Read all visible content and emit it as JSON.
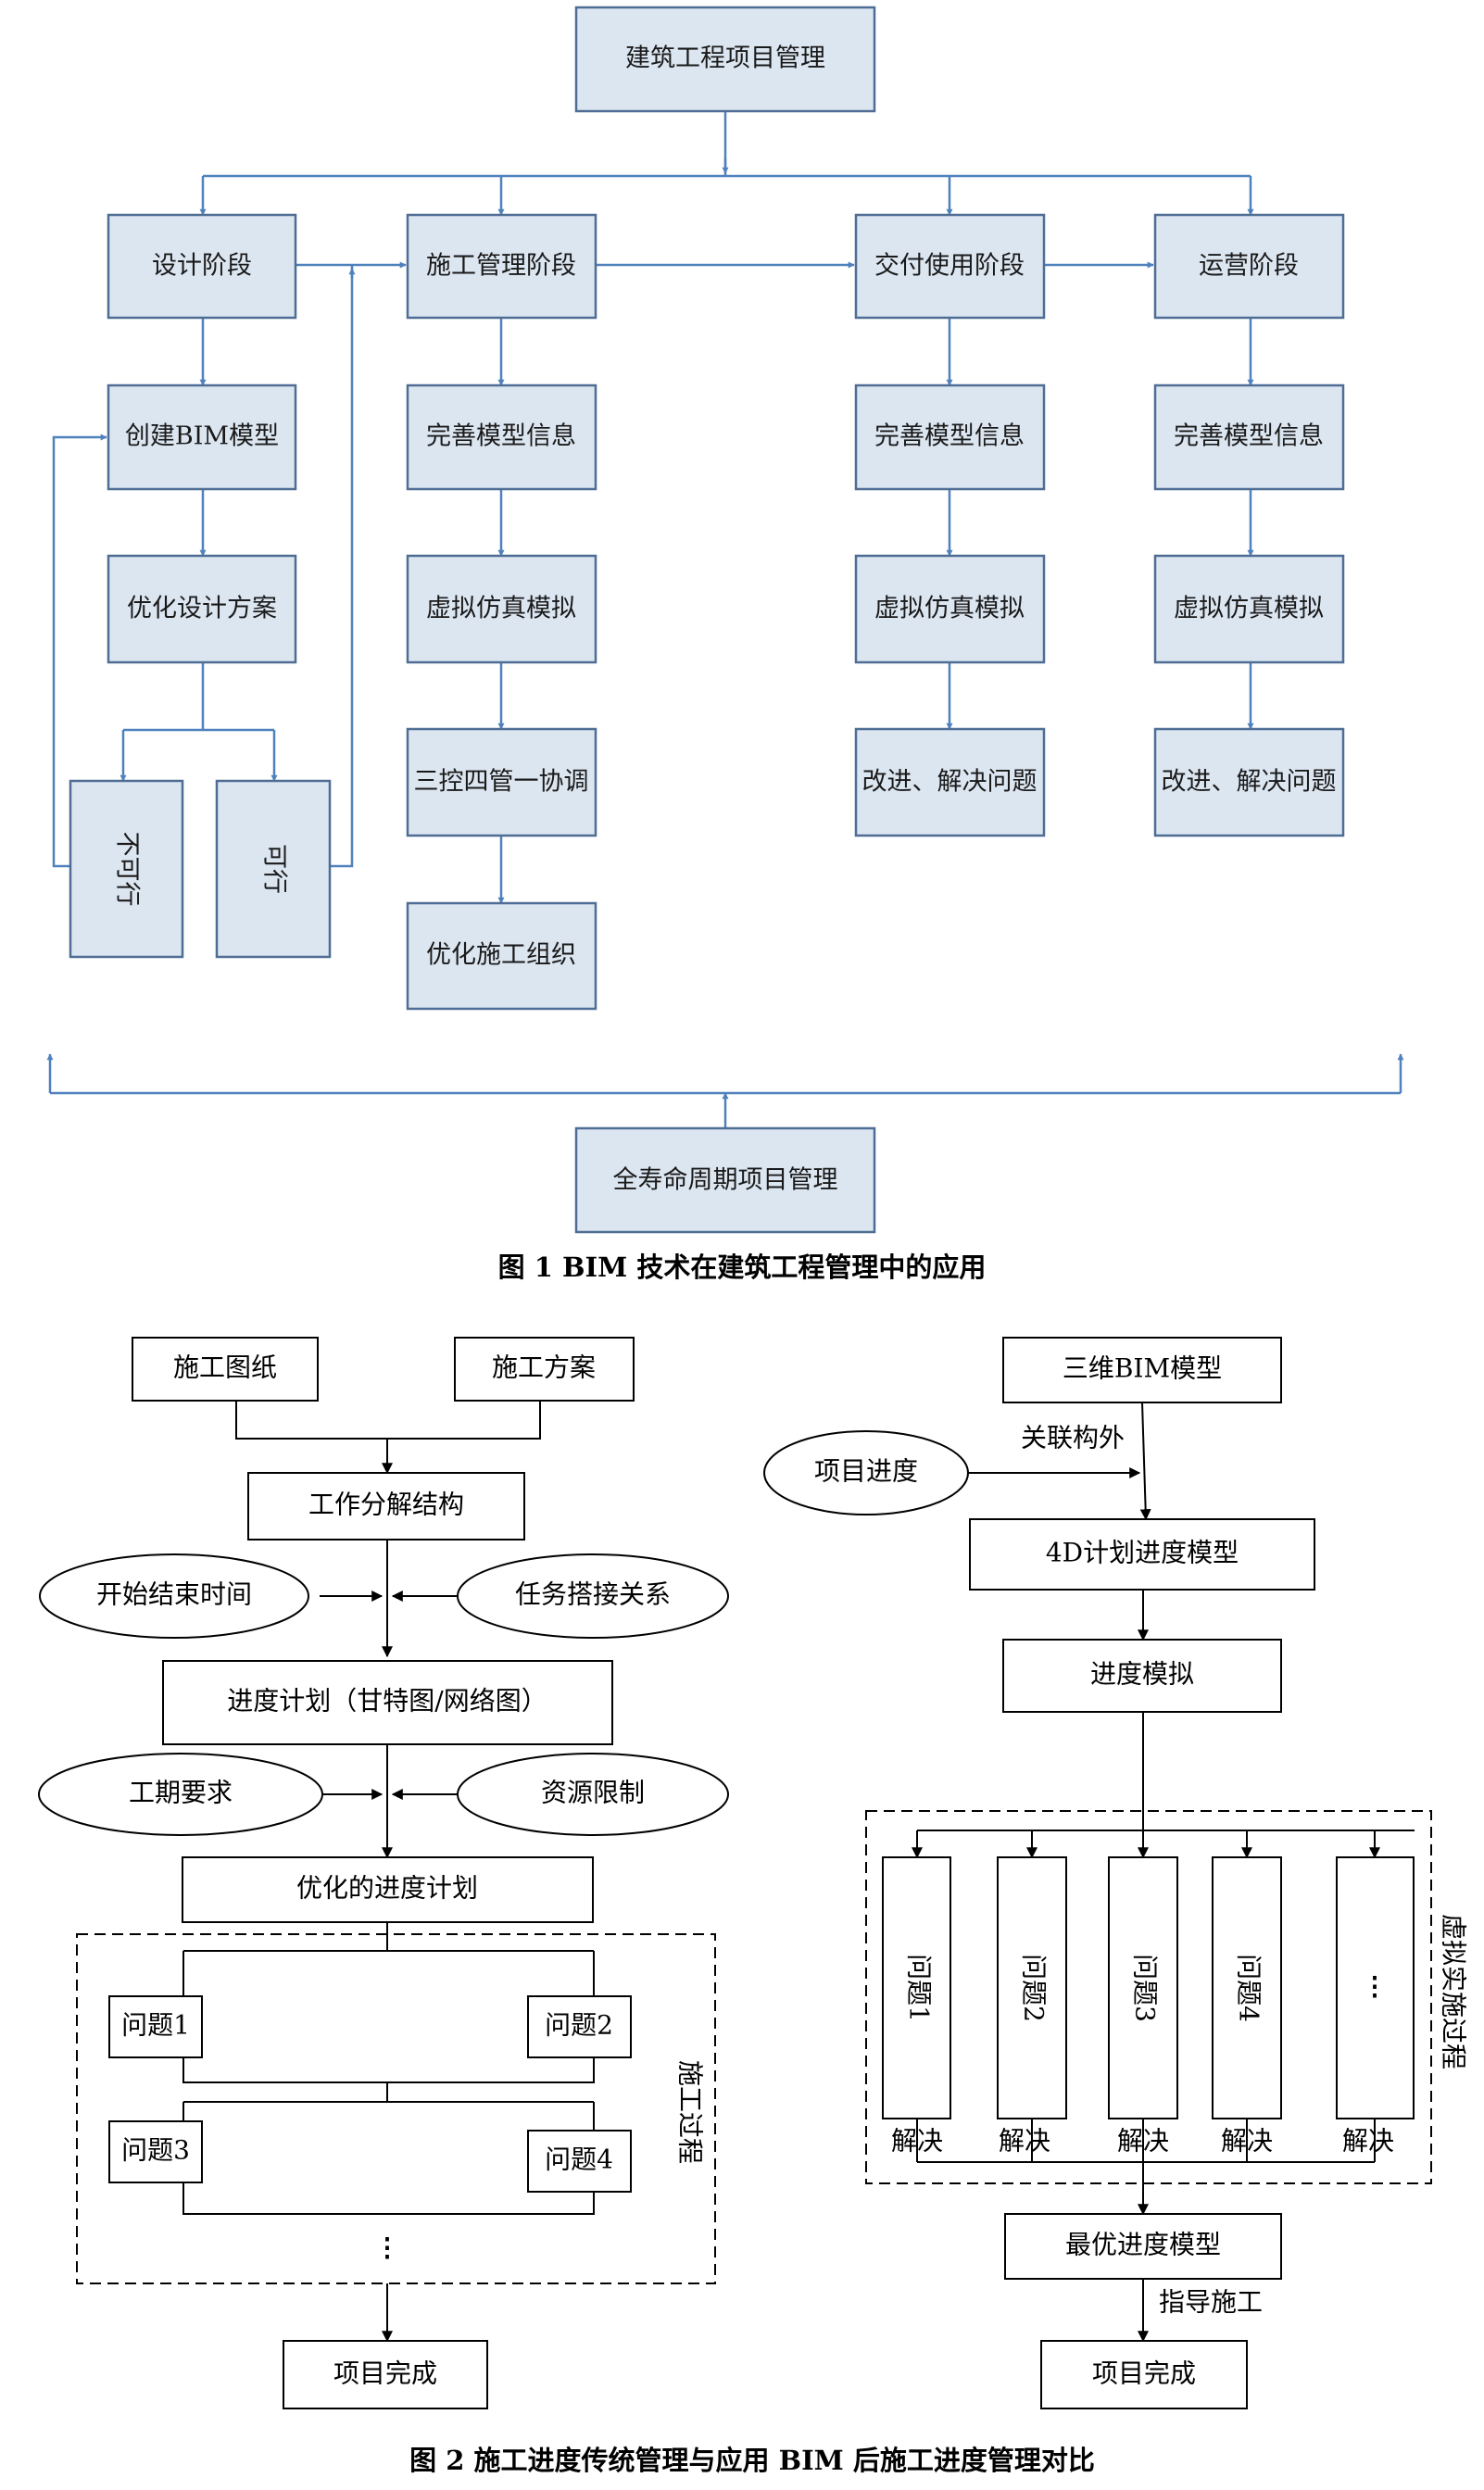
{
  "figure1": {
    "caption": "图 1   BIM 技术在建筑工程管理中的应用",
    "root": "建筑工程项目管理",
    "design": {
      "stage": "设计阶段",
      "steps": [
        "创建BIM模型",
        "优化设计方案"
      ],
      "options": [
        "不可行",
        "可行"
      ]
    },
    "construction": {
      "stage": "施工管理阶段",
      "steps": [
        "完善模型信息",
        "虚拟仿真模拟",
        "三控四管一协调",
        "优化施工组织"
      ]
    },
    "delivery": {
      "stage": "交付使用阶段",
      "steps": [
        "完善模型信息",
        "虚拟仿真模拟",
        "改进、解决问题"
      ]
    },
    "operation": {
      "stage": "运营阶段",
      "steps": [
        "完善模型信息",
        "虚拟仿真模拟",
        "改进、解决问题"
      ]
    },
    "lifecycle": "全寿命周期项目管理"
  },
  "figure2": {
    "caption": "图 2   施工进度传统管理与应用 BIM 后施工进度管理对比",
    "traditional": {
      "inputs": [
        "施工图纸",
        "施工方案"
      ],
      "wbs": "工作分解结构",
      "ellipses_1": [
        "开始结束时间",
        "任务搭接关系"
      ],
      "schedule": "进度计划（甘特图/网络图）",
      "ellipses_2": [
        "工期要求",
        "资源限制"
      ],
      "optimized": "优化的进度计划",
      "problems": [
        "问题1",
        "问题2",
        "问题3",
        "问题4"
      ],
      "ellipsis": "⋮",
      "process_label": "施工过程",
      "complete": "项目完成"
    },
    "bim": {
      "model": "三维BIM模型",
      "progress": "项目进度",
      "link_label": "关联构外",
      "model4d": "4D计划进度模型",
      "simulation": "进度模拟",
      "problems": [
        "问题1",
        "问题2",
        "问题3",
        "问题4",
        "⋮"
      ],
      "solve_label": "解决",
      "process_label": "虚拟实施过程",
      "best": "最优进度模型",
      "guide_label": "指导施工",
      "complete": "项目完成"
    }
  }
}
